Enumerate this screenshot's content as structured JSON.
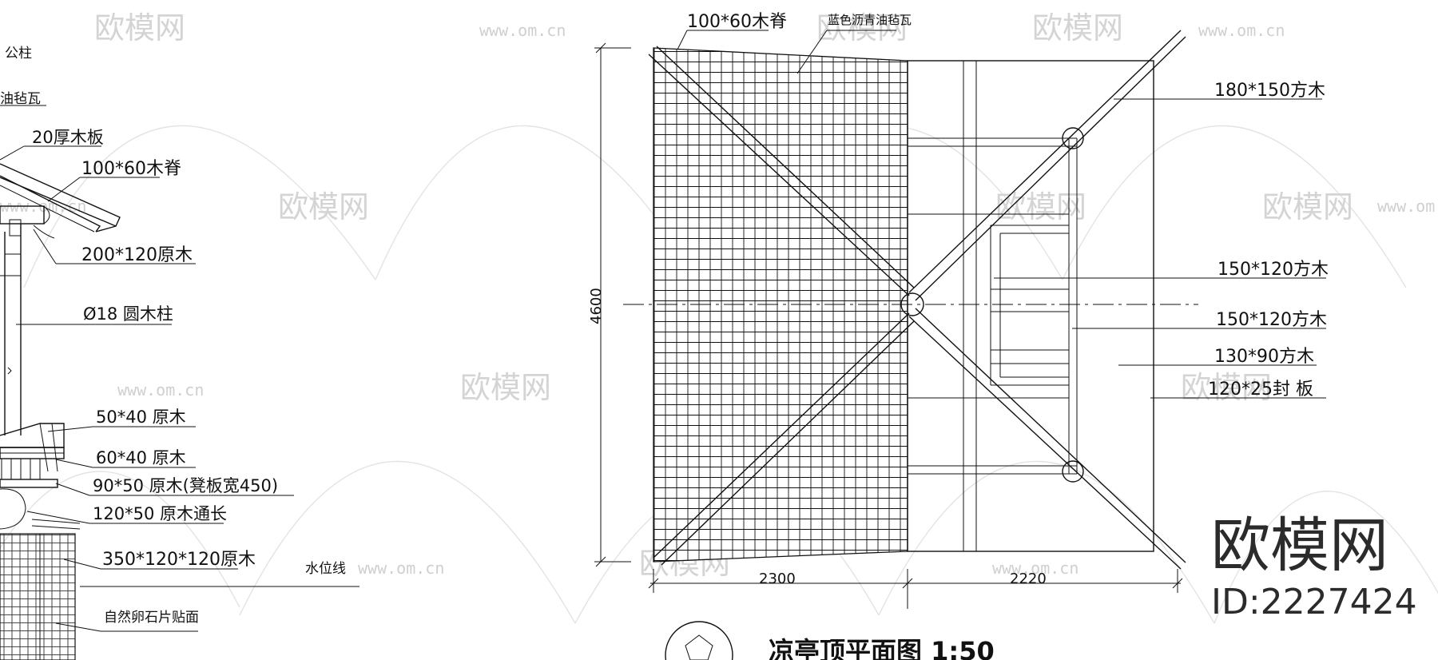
{
  "left_labels": [
    "公柱",
    "油毡瓦",
    "20厚木板",
    "100*60木脊",
    "200*120原木",
    "Ø18 圆木柱",
    "50*40 原木",
    "60*40 原木",
    "90*50 原木(凳板宽450)",
    "120*50 原木通长",
    "350*120*120原木",
    "水位线",
    "自然卵石片贴面"
  ],
  "plan": {
    "top_labels": [
      "100*60木脊",
      "蓝色沥青油毡瓦"
    ],
    "right_labels": [
      "180*150方木",
      "150*120方木",
      "150*120方木",
      "130*90方木",
      "120*25封 板"
    ],
    "dim_height": "4600",
    "dim_left": "2300",
    "dim_right": "2220"
  },
  "title": "凉亭顶平面图 1:50",
  "watermark": {
    "brand": "欧模网",
    "url": "www.om.cn",
    "logo": "欧模网",
    "id": "ID:2227424"
  },
  "colors": {
    "line": "#111111",
    "watermark": "#d4d4d4",
    "logo": "#2b2b2b"
  }
}
